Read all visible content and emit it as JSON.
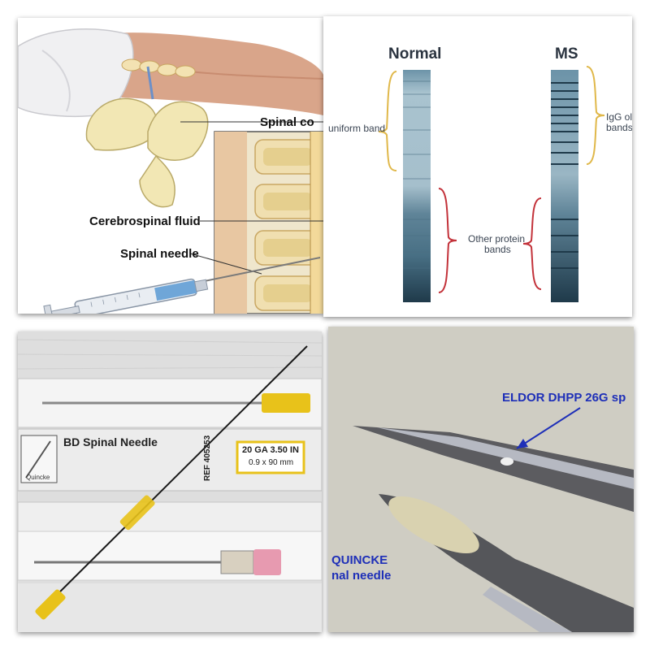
{
  "anatomy_panel": {
    "label_spinal_cord": "Spinal co",
    "label_csf": "Cerebrospinal fluid",
    "label_needle": "Spinal needle"
  },
  "gel_panel": {
    "heading_normal": "Normal",
    "heading_ms": "MS",
    "label_uniform": "uniform band",
    "label_igg_line1": "IgG olig",
    "label_igg_line2": "bands",
    "label_other_line1": "Other protein",
    "label_other_line2": "bands",
    "colors": {
      "bracket_upper": "#e0b84a",
      "bracket_lower": "#c3323a"
    }
  },
  "package_panel": {
    "brand": "BD Spinal Needle",
    "gauge": "20 GA 3.50 IN",
    "size": "0.9 x 90 mm",
    "ref": "REF 405253",
    "tip_label": "Quincke",
    "colors": {
      "hub_yellow": "#e8c21a",
      "hub_pink": "#e79ab0"
    }
  },
  "micro_panel": {
    "label_eldor": "ELDOR DHPP 26G sp",
    "label_quincke_line1": "QUINCKE",
    "label_quincke_line2": "nal needle",
    "colors": {
      "label_blue": "#1e2fb8"
    }
  }
}
